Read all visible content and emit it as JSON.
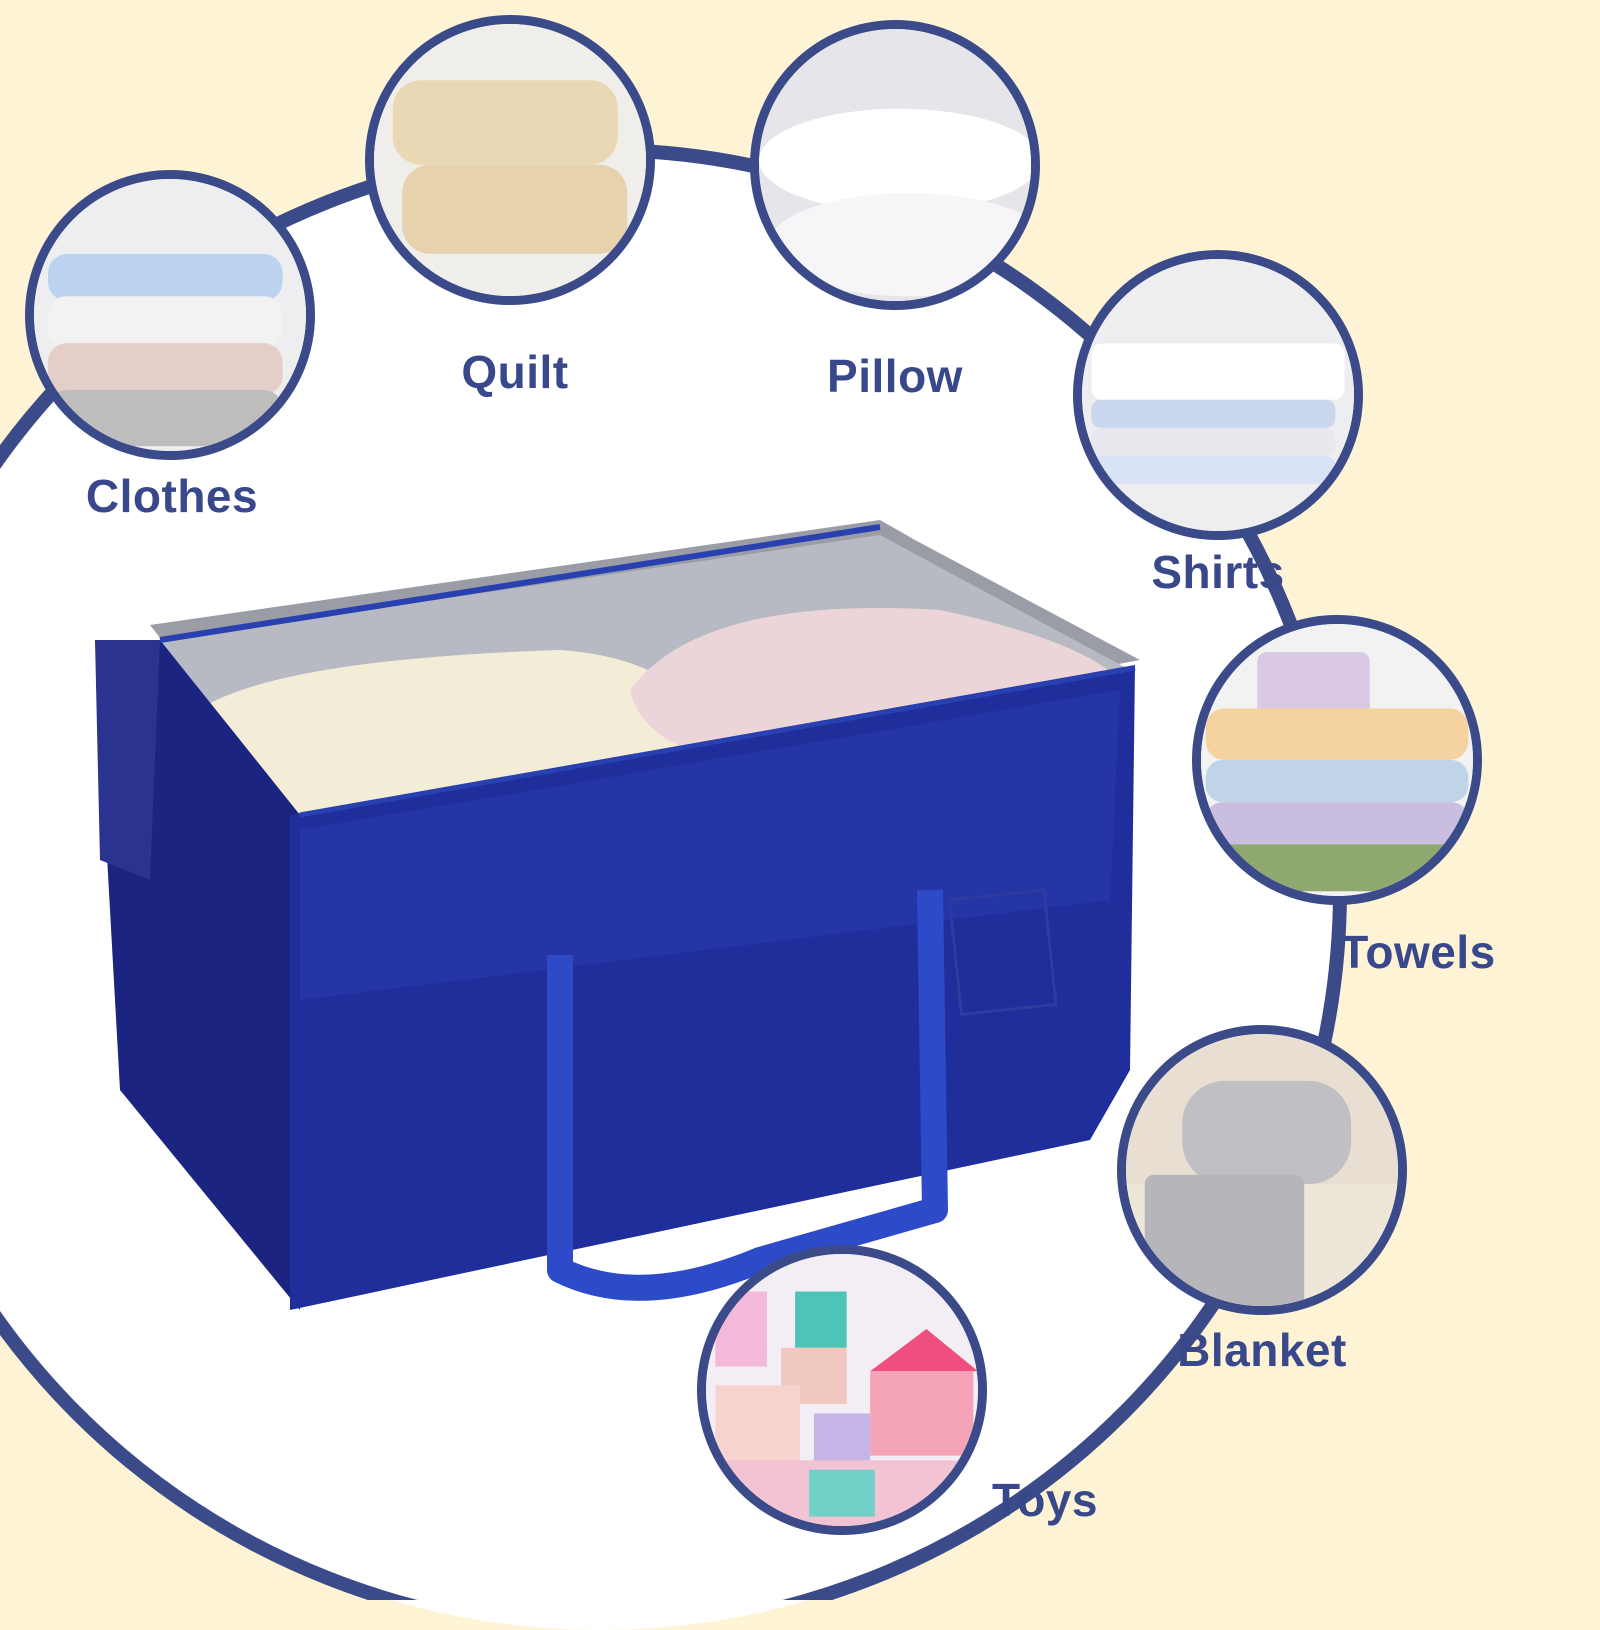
{
  "colors": {
    "background_outer": "#FFF3D6",
    "background_inner": "#FFFFFF",
    "accent_navy": "#3B4A88",
    "label_text": "#38488A",
    "bag_blue": "#1F2E9A",
    "bag_handle": "#2A45C0"
  },
  "product": {
    "name": "storage-bag",
    "description": "Blue woven zippered storage bag with handles, filled with cream quilt and pink bedding"
  },
  "items": [
    {
      "label": "Clothes",
      "icon": "folded-clothes-photo"
    },
    {
      "label": "Quilt",
      "icon": "folded-quilt-photo"
    },
    {
      "label": "Pillow",
      "icon": "pillow-photo"
    },
    {
      "label": "Shirts",
      "icon": "folded-shirts-photo"
    },
    {
      "label": "Towels",
      "icon": "stacked-towels-photo"
    },
    {
      "label": "Blanket",
      "icon": "rolled-blanket-photo"
    },
    {
      "label": "Toys",
      "icon": "toy-blocks-photo"
    }
  ]
}
